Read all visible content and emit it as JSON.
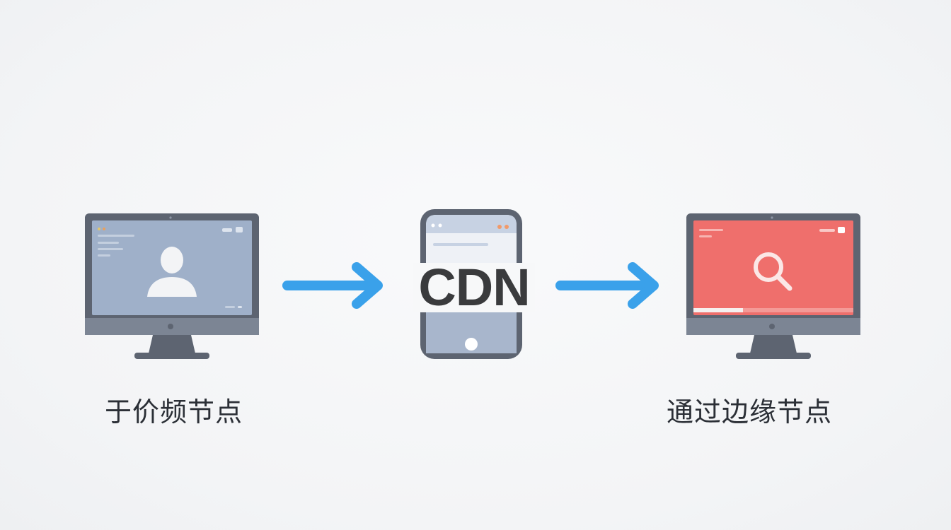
{
  "nodes": {
    "source": {
      "label": "于价频节点",
      "icon": "user-icon",
      "screen_color": "#9fb0c9"
    },
    "cdn": {
      "label": "CDN",
      "icon": "smartphone-icon",
      "screen_color": "#c7d2e3"
    },
    "edge": {
      "label": "通过边缘节点",
      "icon": "search-icon",
      "screen_color": "#ef6f6c"
    }
  },
  "arrows": [
    {
      "from": "source",
      "to": "cdn",
      "color": "#3aa1ea"
    },
    {
      "from": "cdn",
      "to": "edge",
      "color": "#3aa1ea"
    }
  ],
  "colors": {
    "device_frame": "#5d6471",
    "background": "#f5f6f7"
  }
}
